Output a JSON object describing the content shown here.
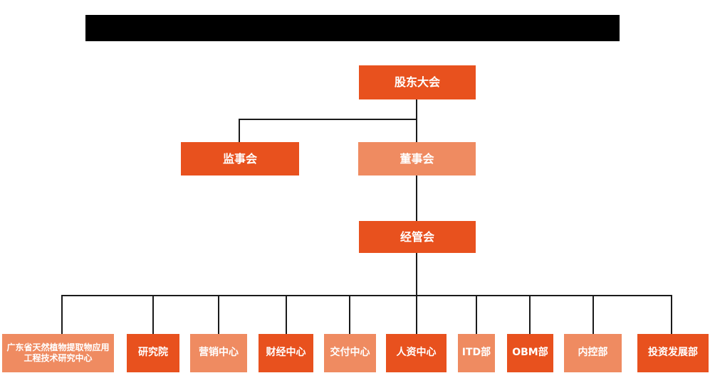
{
  "colors": {
    "primary": "#E8511E",
    "secondary": "#EF8B61",
    "line": "#1A1A1A",
    "node_text": "#FFFFFF",
    "banner": "#000000",
    "background": "#FFFFFF"
  },
  "org_chart": {
    "root": {
      "label": "股东大会"
    },
    "level_2": [
      {
        "label": "监事会",
        "variant": "primary"
      },
      {
        "label": "董事会",
        "variant": "secondary"
      }
    ],
    "level_3": {
      "label": "经管会"
    },
    "departments": [
      {
        "label": "广东省天然植物提取物应用工程技术研究中心",
        "variant": "secondary"
      },
      {
        "label": "研究院",
        "variant": "primary"
      },
      {
        "label": "营销中心",
        "variant": "secondary"
      },
      {
        "label": "财经中心",
        "variant": "primary"
      },
      {
        "label": "交付中心",
        "variant": "secondary"
      },
      {
        "label": "人资中心",
        "variant": "primary"
      },
      {
        "label": "ITD部",
        "variant": "secondary"
      },
      {
        "label": "OBM部",
        "variant": "primary"
      },
      {
        "label": "内控部",
        "variant": "secondary"
      },
      {
        "label": "投资发展部",
        "variant": "primary"
      }
    ]
  }
}
